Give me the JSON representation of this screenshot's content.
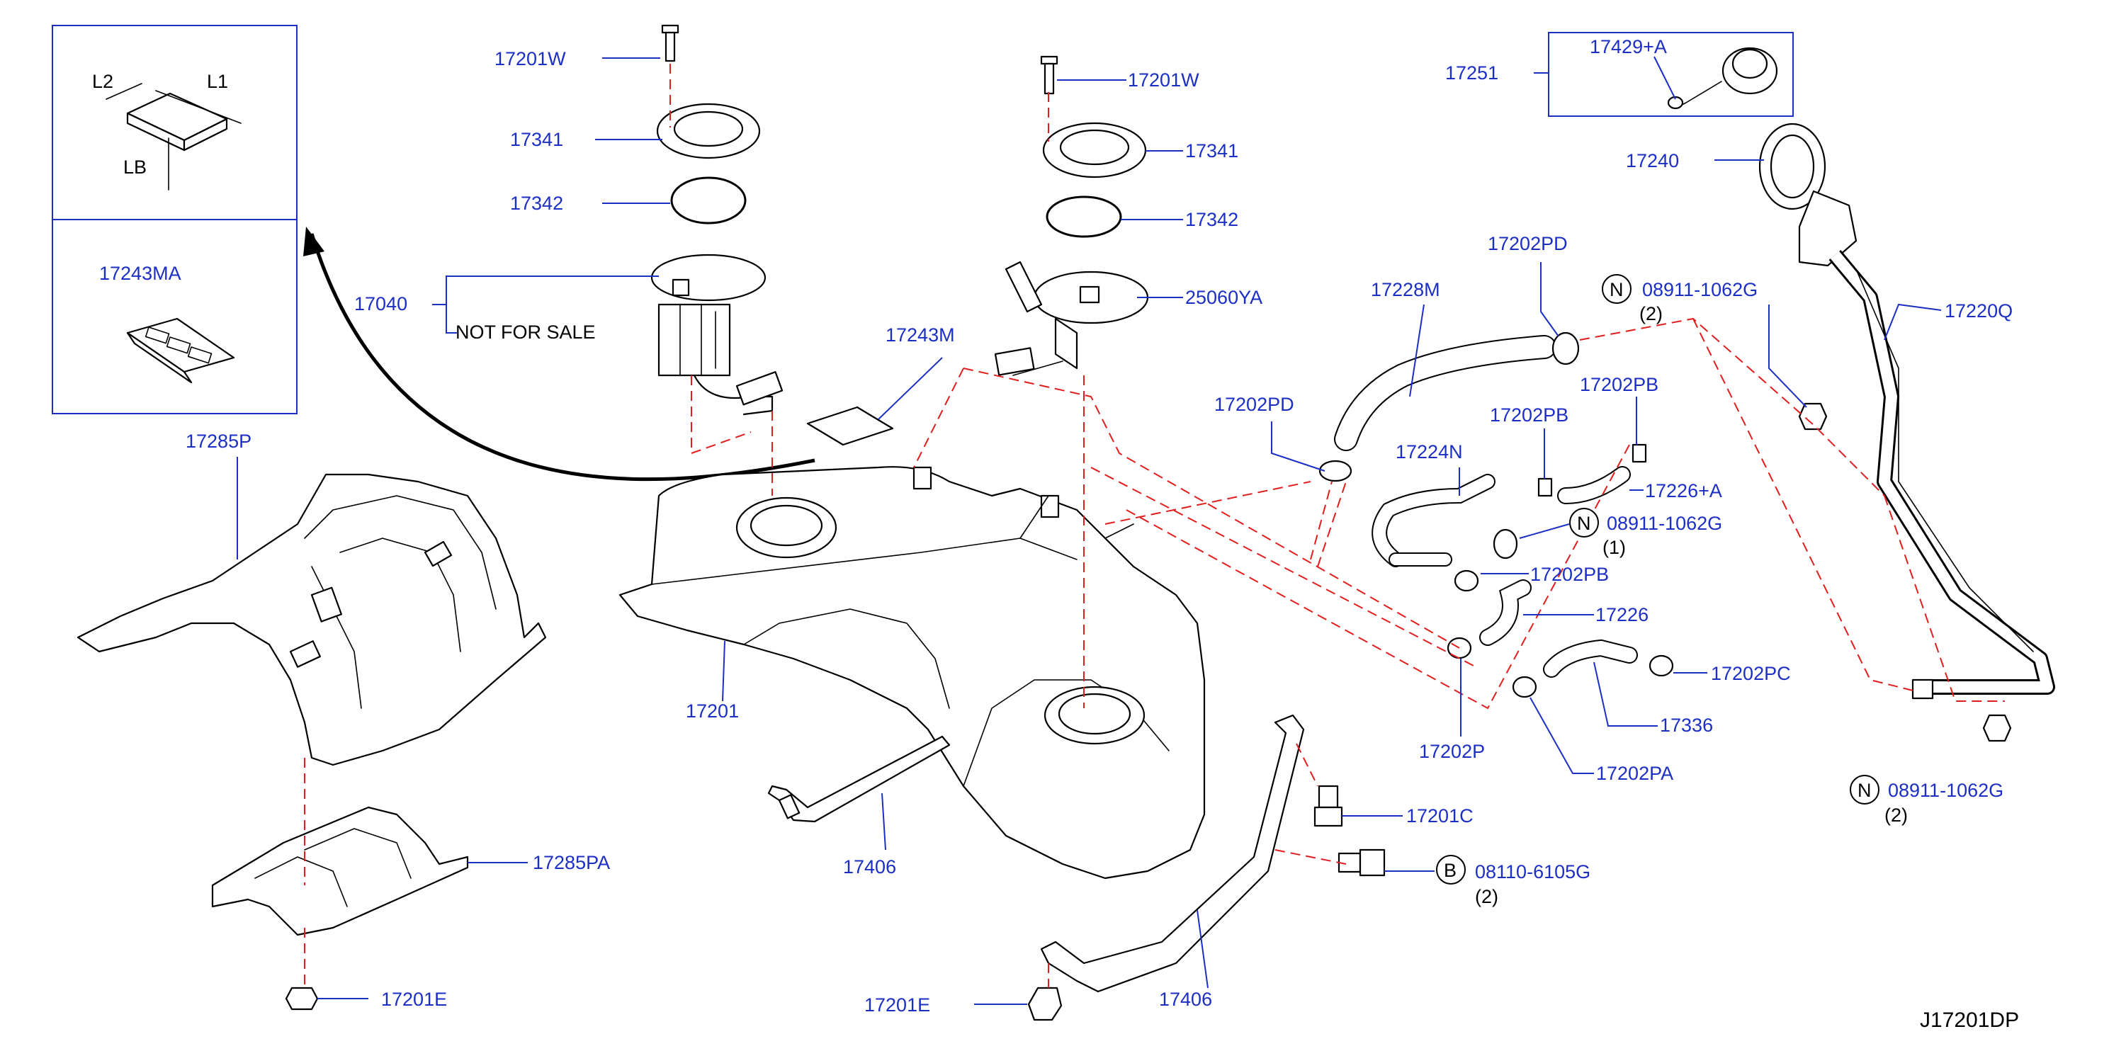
{
  "labels": {
    "l17201W_a": "17201W",
    "l17341_a": "17341",
    "l17342_a": "17342",
    "l17040": "17040",
    "l17243M": "17243M",
    "l17201W_b": "17201W",
    "l17341_b": "17341",
    "l17342_b": "17342",
    "l25060YA": "25060YA",
    "l17243MA": "17243MA",
    "l17285P": "17285P",
    "l17201": "17201",
    "l17285PA": "17285PA",
    "l17201E_a": "17201E",
    "l17406_a": "17406",
    "l17201E_b": "17201E",
    "l17406_b": "17406",
    "l17201C": "17201C",
    "l08110": "08110-6105G",
    "l17228M": "17228M",
    "l17202PD_a": "17202PD",
    "l17202PD_b": "17202PD",
    "l17224N": "17224N",
    "l17202PB_a": "17202PB",
    "l17202PB_b": "17202PB",
    "l17226A": "17226+A",
    "l08911_a": "08911-1062G",
    "l17202PB_c": "17202PB",
    "l17226": "17226",
    "l17202P": "17202P",
    "l17202PC": "17202PC",
    "l17336": "17336",
    "l17202PA": "17202PA",
    "l17251": "17251",
    "l17429A": "17429+A",
    "l17240": "17240",
    "l08911_b": "08911-1062G",
    "l17220Q": "17220Q",
    "l08911_c": "08911-1062G"
  },
  "notes": {
    "not_for_sale": "NOT  FOR  SALE",
    "qty_08911_a": "(1)",
    "qty_08911_b": "(2)",
    "qty_08911_c": "(2)",
    "qty_08110": "(2)",
    "circle_n": "N",
    "circle_b": "B"
  },
  "dimension_inset": {
    "L1": "L1",
    "L2": "L2",
    "LB": "LB"
  },
  "diagram_code": "J17201DP",
  "colors": {
    "label_blue": "#1c2fc4",
    "dash_red": "#e21d1d",
    "line_black": "#000000"
  }
}
